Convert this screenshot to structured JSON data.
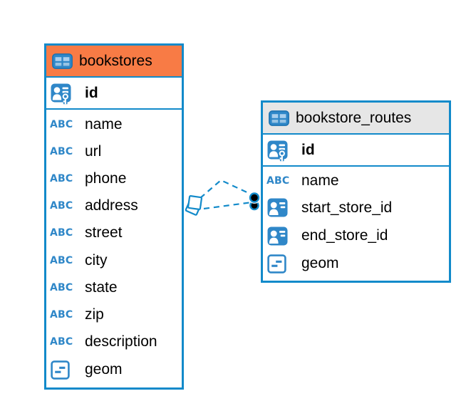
{
  "diagram": {
    "type": "er-diagram",
    "colors": {
      "accent_blue": "#128aca",
      "icon_blue": "#2f87c8",
      "selected_header_orange": "#f87b45",
      "header_gray": "#e6e6e6",
      "background": "#ffffff",
      "text": "#000000",
      "endpoint_dot": "#000000"
    },
    "icons": {
      "abc_glyph": "ABC"
    },
    "tables": [
      {
        "name": "bookstores",
        "icon": "table-icon",
        "highlighted": true,
        "header_color": "#f87b45",
        "primary_key": {
          "name": "id",
          "icon": "person-key-icon"
        },
        "columns": [
          {
            "name": "name",
            "icon": "abc-icon"
          },
          {
            "name": "url",
            "icon": "abc-icon"
          },
          {
            "name": "phone",
            "icon": "abc-icon"
          },
          {
            "name": "address",
            "icon": "abc-icon"
          },
          {
            "name": "street",
            "icon": "abc-icon"
          },
          {
            "name": "city",
            "icon": "abc-icon"
          },
          {
            "name": "state",
            "icon": "abc-icon"
          },
          {
            "name": "zip",
            "icon": "abc-icon"
          },
          {
            "name": "description",
            "icon": "abc-icon"
          },
          {
            "name": "geom",
            "icon": "geometry-icon"
          }
        ]
      },
      {
        "name": "bookstore_routes",
        "icon": "table-icon",
        "highlighted": false,
        "header_color": "#e6e6e6",
        "primary_key": {
          "name": "id",
          "icon": "person-key-icon"
        },
        "columns": [
          {
            "name": "name",
            "icon": "abc-icon"
          },
          {
            "name": "start_store_id",
            "icon": "person-card-icon"
          },
          {
            "name": "end_store_id",
            "icon": "person-card-icon"
          },
          {
            "name": "geom",
            "icon": "geometry-icon"
          }
        ]
      }
    ],
    "relationships": [
      {
        "between": [
          "bookstores",
          "bookstore_routes"
        ],
        "line_style": "dashed",
        "source_marker": "overlapping-squares",
        "target_marker": "black-dot"
      },
      {
        "between": [
          "bookstores",
          "bookstore_routes"
        ],
        "line_style": "dashed",
        "source_marker": "overlapping-squares",
        "target_marker": "black-dot"
      }
    ]
  }
}
